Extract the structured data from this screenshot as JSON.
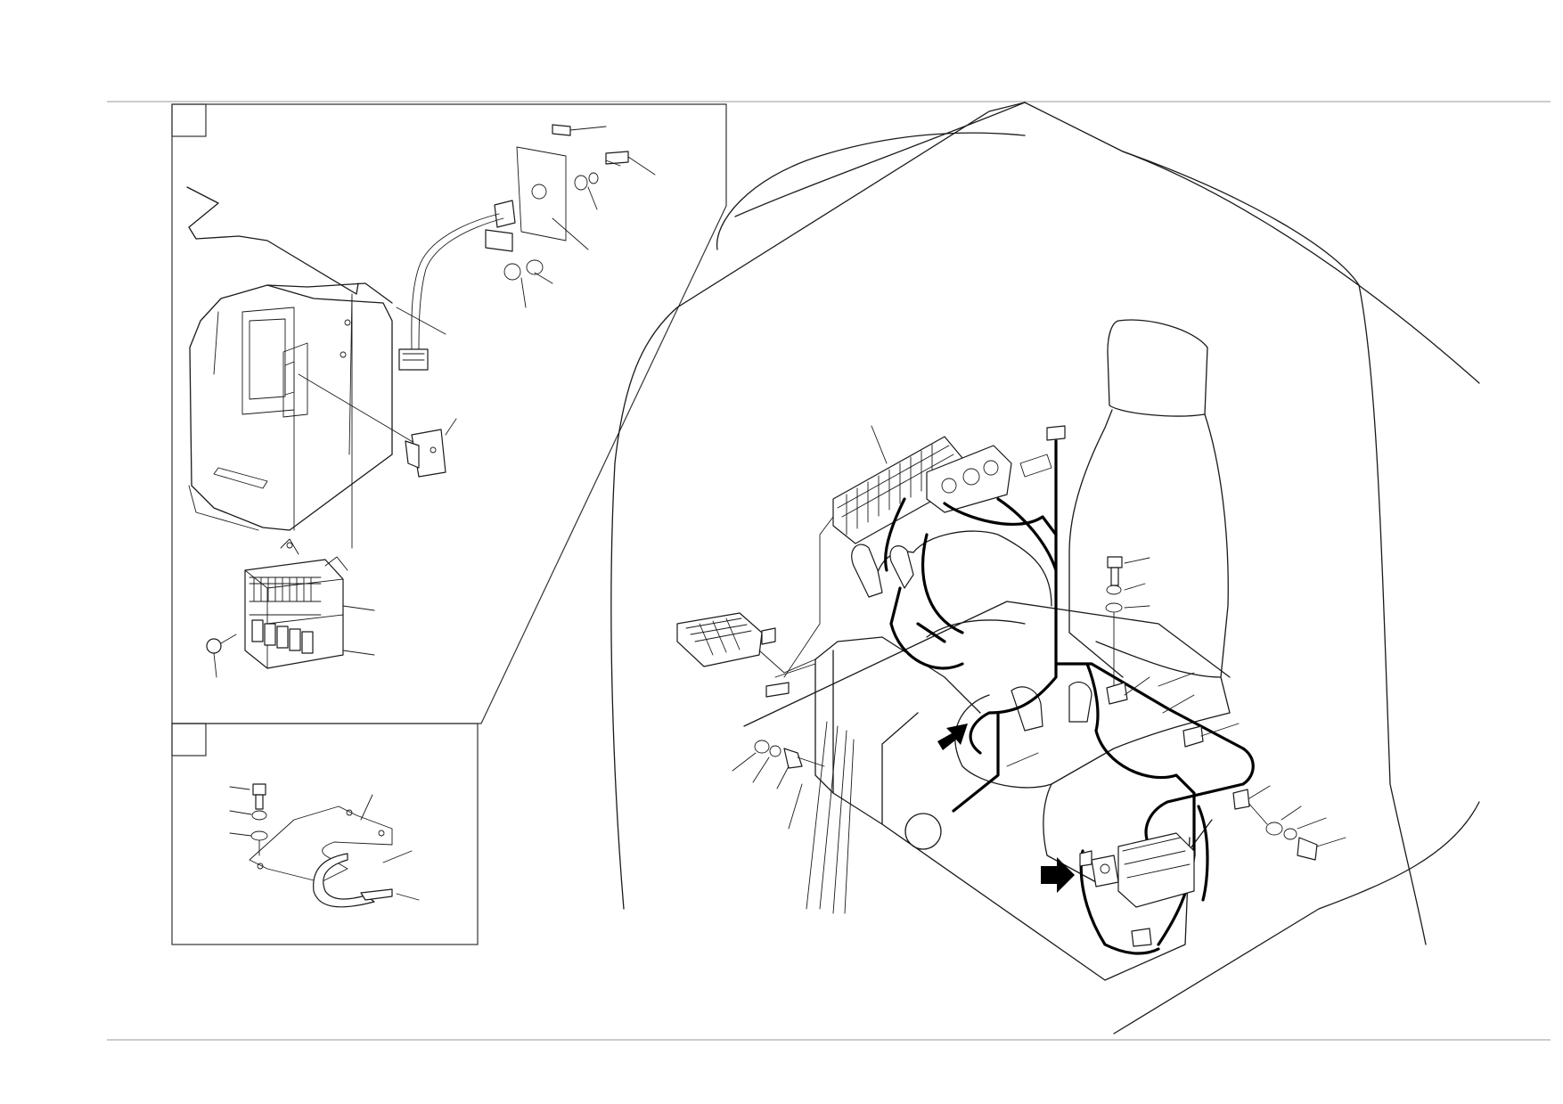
{
  "colors": {
    "line": "#1a1a1a",
    "wire": "#000000",
    "page": "#ffffff",
    "rule": "#9a9a9a"
  },
  "icons": [
    "arrow-right-icon"
  ],
  "views": [
    "detail-view-a",
    "detail-view-b",
    "main-view"
  ]
}
